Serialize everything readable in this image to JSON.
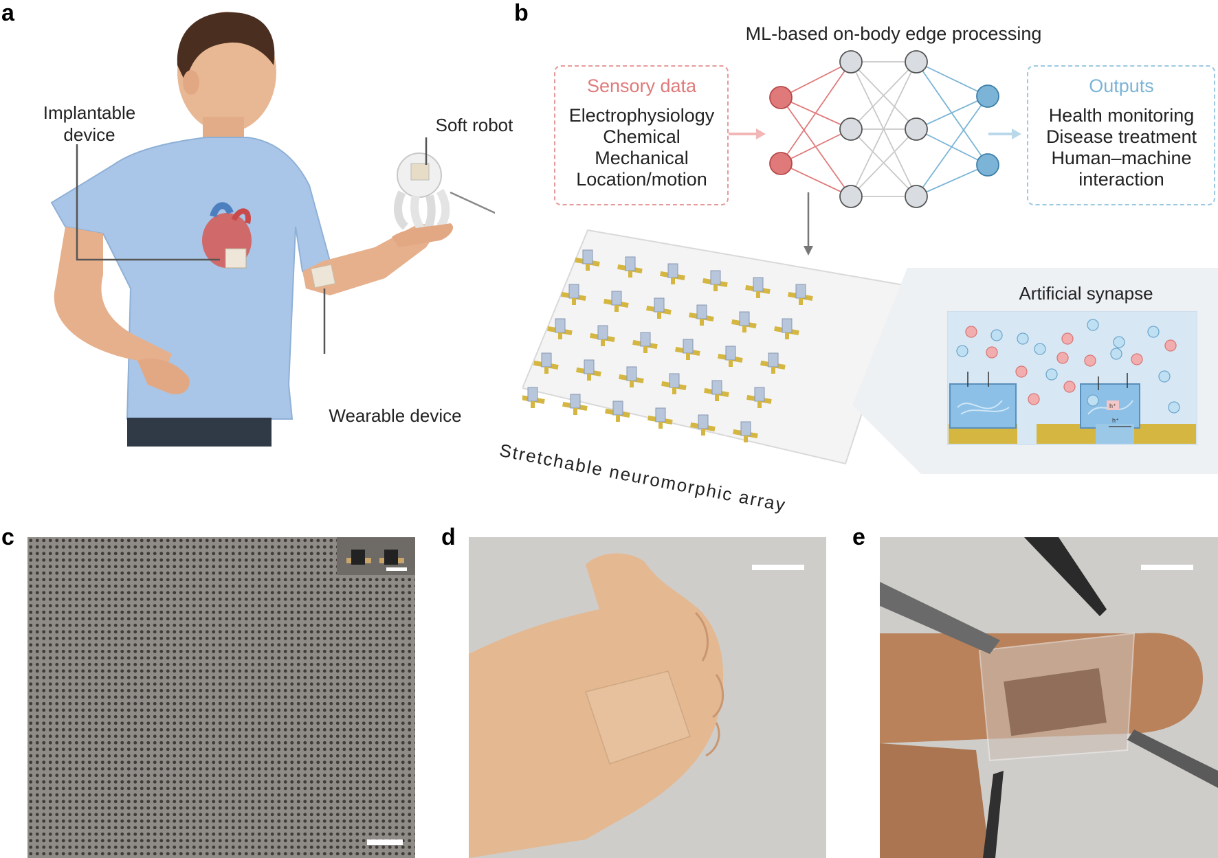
{
  "panels": {
    "a": {
      "label": "a",
      "callouts": {
        "implantable": "Implantable\ndevice",
        "soft_robot": "Soft robot",
        "wearable": "Wearable device"
      }
    },
    "b": {
      "label": "b",
      "title": "ML-based on-body edge processing",
      "inputs": {
        "title": "Sensory data",
        "items": [
          "Electrophysiology",
          "Chemical",
          "Mechanical",
          "Location/motion"
        ]
      },
      "outputs": {
        "title": "Outputs",
        "items": [
          "Health monitoring",
          "Disease treatment",
          "Human–machine",
          "interaction"
        ]
      },
      "array_label": "Stretchable neuromorphic array",
      "synapse_title": "Artificial synapse",
      "synapse_labels": {
        "hole_top": "h⁺",
        "hole_bottom": "h⁺"
      }
    },
    "c": {
      "label": "c"
    },
    "d": {
      "label": "d"
    },
    "e": {
      "label": "e"
    }
  },
  "colors": {
    "input_red": "#e07a7a",
    "output_blue": "#7bb4d6",
    "neuron_gray": "#d9dde2",
    "gold": "#d4b640",
    "shirt": "#a9c6e8"
  }
}
